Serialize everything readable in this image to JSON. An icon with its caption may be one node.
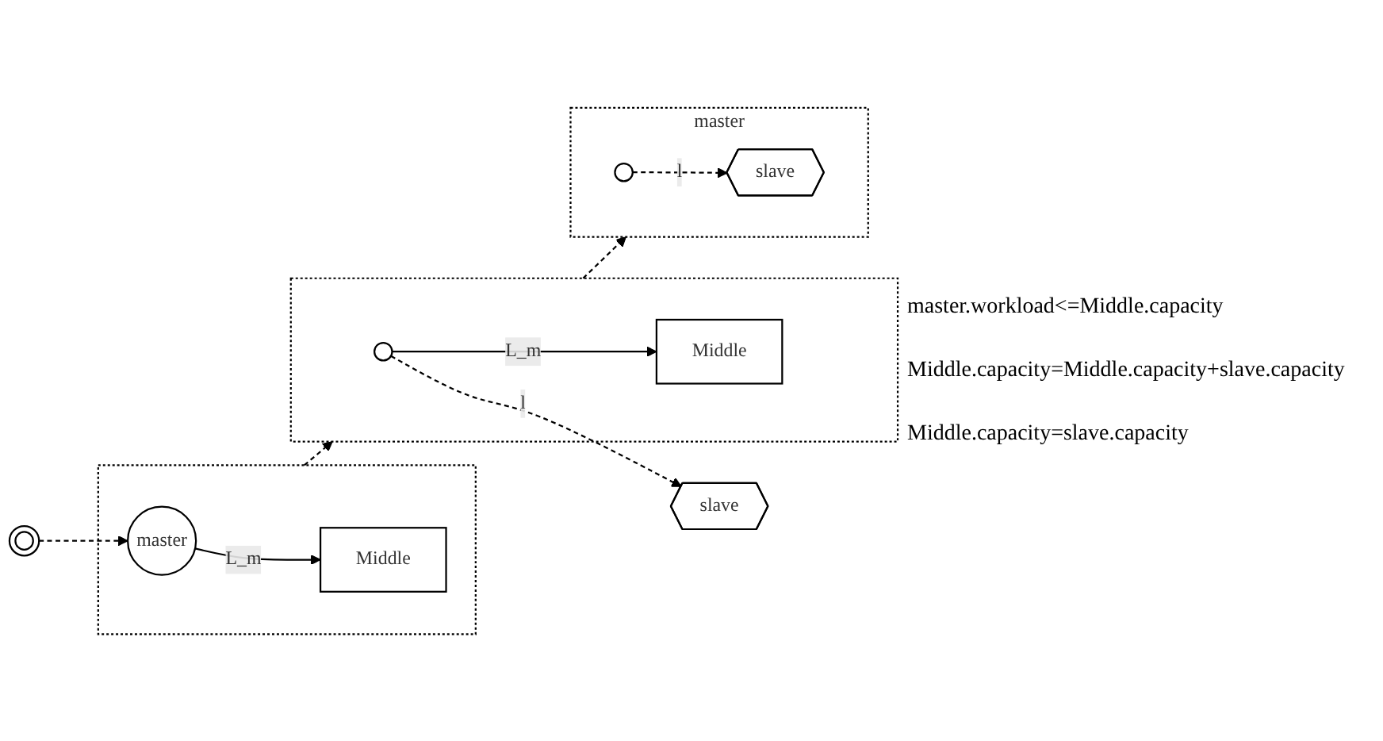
{
  "diagram": {
    "nodes": [
      {
        "text": [],
        "shape": "circle"
      },
      {
        "text": [],
        "shape": "box"
      },
      {
        "text": [
          "master"
        ],
        "in": 1
      },
      {
        "text": [
          "Middle"
        ],
        "in": 1
      },
      {
        "text": [],
        "shape": "box"
      },
      {
        "text": [],
        "shape": "circle",
        "in": 4
      },
      {
        "text": [
          "Middle"
        ],
        "in": 4
      },
      {
        "text": [
          "slave"
        ]
      },
      {
        "text": [
          "master"
        ]
      },
      {
        "text": [],
        "shape": "circle",
        "in": 8
      },
      {
        "text": [
          "slave"
        ],
        "in": 8
      }
    ],
    "edges": [
      {
        "from": 0,
        "to": 2,
        "arrow": "to",
        "style": "dashed"
      },
      {
        "from": 2,
        "to": 3,
        "arrow": "to",
        "label": "L_m"
      },
      {
        "from": 1,
        "to": 4,
        "arrow": "to",
        "style": "dashed"
      },
      {
        "from": 5,
        "to": 6,
        "arrow": "to",
        "label": "L_m"
      },
      {
        "from": 5,
        "to": 7,
        "arrow": "to",
        "label": "l",
        "style": "dashed"
      },
      {
        "from": 4,
        "to": 8,
        "arrow": "to",
        "style": "dashed"
      },
      {
        "from": 9,
        "to": 10,
        "arrow": "to",
        "label": "l",
        "style": "dashed"
      }
    ],
    "labels": [
      "master.workload<=Middle.capacity",
      "Middle.capacity=Middle.capacity+slave.capacity",
      "Middle.capacity=slave.capacity"
    ]
  }
}
